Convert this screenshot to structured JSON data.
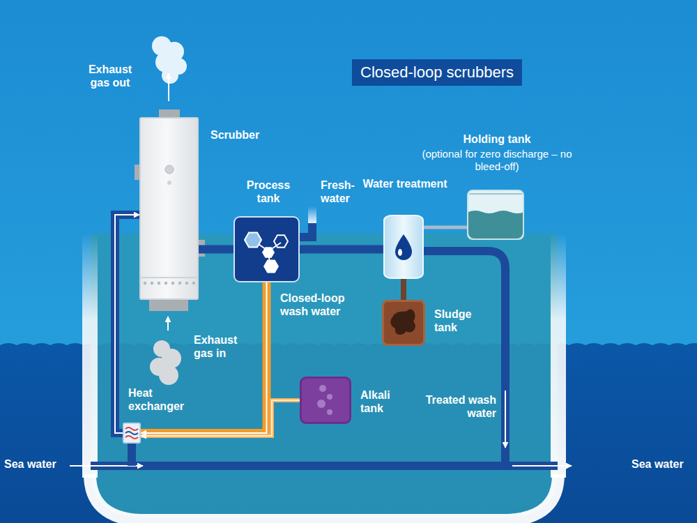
{
  "diagram": {
    "title": "Closed-loop scrubbers",
    "nodes": [
      {
        "text": [
          "Scrubber"
        ]
      },
      {
        "text": [
          "Process tank"
        ]
      },
      {
        "text": [
          "Water treatment"
        ]
      },
      {
        "text": [
          "Holding tank",
          "(optional for zero discharge – no bleed-off)"
        ]
      },
      {
        "text": [
          "Sludge tank"
        ]
      },
      {
        "text": [
          "Alkali tank"
        ]
      },
      {
        "text": [
          "Heat exchanger"
        ]
      }
    ],
    "edges": [
      {
        "from": 0,
        "to": 1,
        "arrow": "none"
      },
      {
        "from": 1,
        "to": 2,
        "arrow": "none"
      },
      {
        "from": 2,
        "to": 3,
        "arrow": "none"
      },
      {
        "from": 2,
        "to": 4,
        "arrow": "none"
      },
      {
        "from": 1,
        "to": 6,
        "label": "Closed-loop wash water",
        "arrow": "to"
      },
      {
        "from": 5,
        "to": 6,
        "arrow": "to"
      },
      {
        "from": 6,
        "to": 0,
        "arrow": "to"
      }
    ],
    "labels": [
      "Exhaust gas out",
      "Fresh-water",
      "Exhaust gas in",
      "Treated wash water",
      "Sea water",
      "Sea water"
    ]
  }
}
